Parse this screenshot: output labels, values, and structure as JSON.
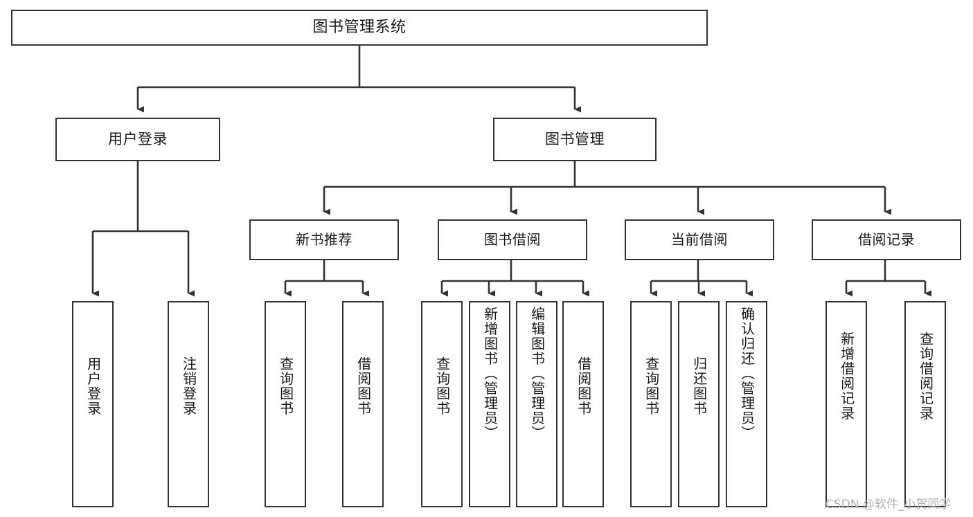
{
  "diagram": {
    "title": "图书管理系统",
    "type": "tree",
    "watermark": "CSDN @软件_小贺同学",
    "colors": {
      "box_border": "#333333",
      "box_fill": "#ffffff",
      "edge": "#333333",
      "text": "#1a1a1a",
      "watermark": "#b4b4b4",
      "background": "#ffffff"
    },
    "root": {
      "label": "图书管理系统"
    },
    "level2": [
      {
        "label": "用户登录"
      },
      {
        "label": "图书管理"
      }
    ],
    "level3": [
      {
        "label": "新书推荐"
      },
      {
        "label": "图书借阅"
      },
      {
        "label": "当前借阅"
      },
      {
        "label": "借阅记录"
      }
    ],
    "leaves": {
      "user_login": [
        {
          "label": "用户登录"
        },
        {
          "label": "注销登录"
        }
      ],
      "new_book_recommend": [
        {
          "label": "查询图书"
        },
        {
          "label": "借阅图书"
        }
      ],
      "book_borrow": [
        {
          "label": "查询图书"
        },
        {
          "label": "新增图书（管理员）"
        },
        {
          "label": "编辑图书（管理员）"
        },
        {
          "label": "借阅图书"
        }
      ],
      "current_borrow": [
        {
          "label": "查询图书"
        },
        {
          "label": "归还图书"
        },
        {
          "label": "确认归还（管理员）"
        }
      ],
      "borrow_records": [
        {
          "label": "新增借阅记录"
        },
        {
          "label": "查询借阅记录"
        }
      ]
    }
  }
}
